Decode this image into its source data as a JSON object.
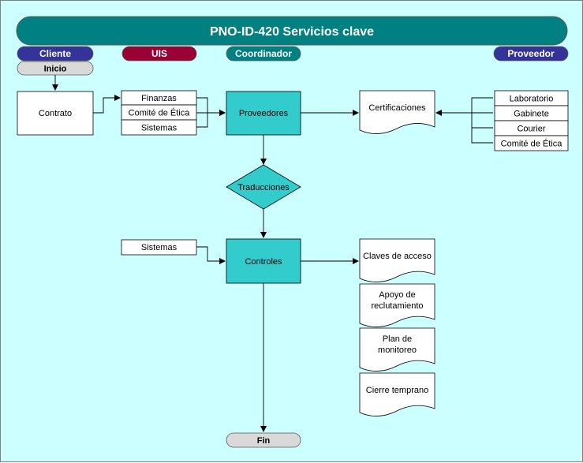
{
  "title": "PNO-ID-420 Servicios clave",
  "lanes": {
    "cliente": "Cliente",
    "uis": "UIS",
    "coordinador": "Coordinador",
    "proveedor": "Proveedor"
  },
  "terminals": {
    "inicio": "Inicio",
    "fin": "Fin"
  },
  "nodes": {
    "contrato": "Contrato",
    "finanzas": "Finanzas",
    "comite_etica_left": "Comité de Ética",
    "sistemas_top": "Sistemas",
    "proveedores": "Proveedores",
    "certificaciones": "Certificaciones",
    "laboratorio": "Laboratorio",
    "gabinete": "Gabinete",
    "courier": "Courier",
    "comite_etica_right": "Comité de Ética",
    "traducciones": "Traducciones",
    "sistemas_bottom": "Sistemas",
    "controles": "Controles",
    "claves_acceso": "Claves de acceso",
    "apoyo_1": "Apoyo de",
    "apoyo_2": "reclutamiento",
    "plan_1": "Plan de",
    "plan_2": "monitoreo",
    "cierre": "Cierre temprano"
  },
  "colors": {
    "background": "#ccffff",
    "header": "#008080",
    "process": "#33cccc",
    "lane_cliente": "#333399",
    "lane_uis": "#990033",
    "lane_coordinador": "#008080",
    "lane_proveedor": "#333399",
    "terminal": "#d9d9d9"
  }
}
